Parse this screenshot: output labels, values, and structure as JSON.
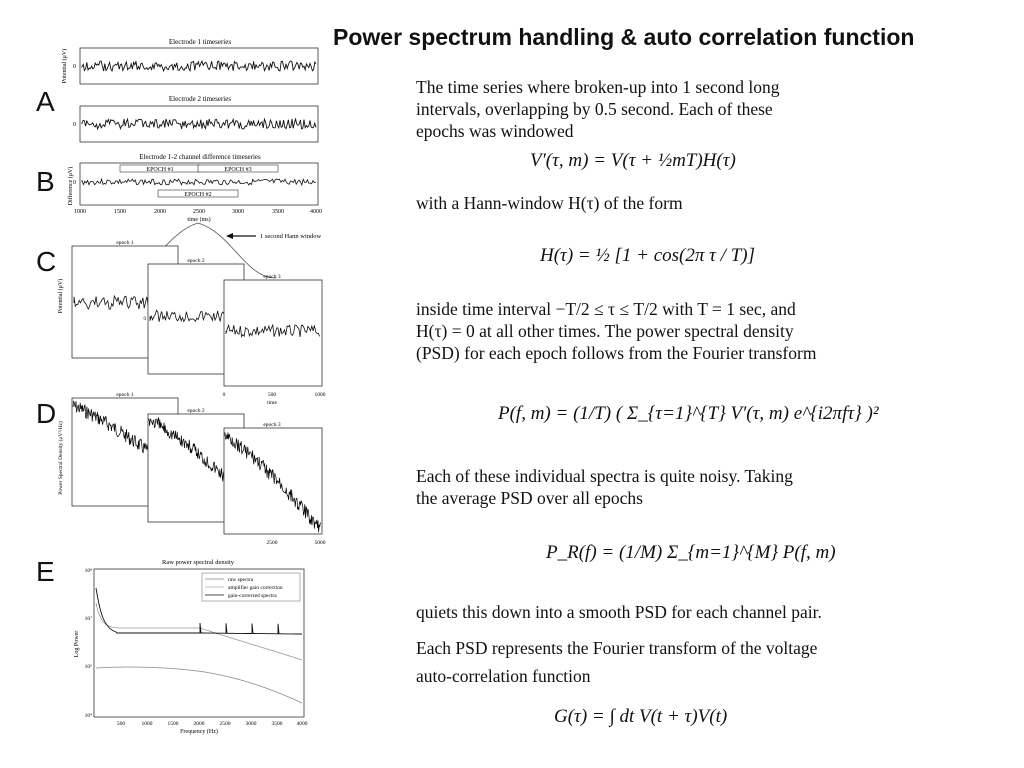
{
  "slide": {
    "title": "Power spectrum handling & auto correlation function",
    "panel_letters": [
      "A",
      "B",
      "C",
      "D",
      "E"
    ]
  },
  "figure": {
    "a": {
      "title1": "Electrode 1 timeseries",
      "title2": "Electrode 2 timeseries",
      "ylabel": "Potential (μV)",
      "zero": "0"
    },
    "b": {
      "title": "Electrode 1-2 channel difference timeseries",
      "ylabel": "Difference (μV)",
      "zero": "0",
      "epochs": [
        "EPOCH #1",
        "EPOCH #3",
        "EPOCH #2"
      ],
      "xticks": [
        "1000",
        "1500",
        "2000",
        "2500",
        "3000",
        "3500",
        "4000"
      ],
      "xlabel": "time (ms)"
    },
    "c": {
      "hann_label": "1 second Hann window",
      "epochs": [
        "epoch 1",
        "epoch 2",
        "epoch 3"
      ],
      "ylabel": "Potential (μV)",
      "zero": "0",
      "xticks": [
        "0",
        "500",
        "1000"
      ],
      "xlabel": "time"
    },
    "d": {
      "epochs": [
        "epoch 1",
        "epoch 2",
        "epoch 3"
      ],
      "ylabel": "Power Spectral Density (μV²/Hz)",
      "xticks": [
        "2500",
        "5000"
      ]
    },
    "e": {
      "title": "Raw power spectral density",
      "legend": [
        "raw spectra",
        "amplifier gain correction",
        "gain-corrected spectra"
      ],
      "ylabel": "Log Power",
      "yticks": [
        "10⁸",
        "10⁷",
        "10⁶",
        "10⁴"
      ],
      "xticks": [
        "500",
        "1000",
        "1500",
        "2000",
        "2500",
        "3000",
        "3500",
        "4000"
      ],
      "xlabel": "Frequency (Hz)"
    }
  },
  "text": {
    "p1": [
      "The time series where broken-up into 1 second long",
      "intervals, overlapping by 0.5 second. Each of these",
      "epochs was windowed"
    ],
    "eq1": "V′(τ, m) = V(τ + ½mT)H(τ)",
    "p2": "with a Hann-window H(τ) of the form",
    "eq2": "H(τ) = ½ [1 + cos(2π τ / T)]",
    "p3": [
      "inside time interval −T/2 ≤ τ ≤ T/2 with T = 1 sec, and",
      "H(τ) = 0 at all other times.  The power spectral density",
      "(PSD) for each epoch follows from the Fourier transform"
    ],
    "eq3": "P(f, m) = (1/T) ( Σ_{τ=1}^{T} V′(τ, m) e^{i2πfτ} )²",
    "p4": [
      "Each of these individual spectra is quite noisy.  Taking",
      "the average PSD over all epochs"
    ],
    "eq4": "P_R(f) = (1/M) Σ_{m=1}^{M} P(f, m)",
    "p5": "quiets this down into a smooth PSD for each channel pair.",
    "p6": [
      "Each  PSD represents the Fourier transform of the voltage",
      "auto-correlation function"
    ],
    "eq5": "G(τ) = ∫ dt V(t + τ)V(t)"
  }
}
